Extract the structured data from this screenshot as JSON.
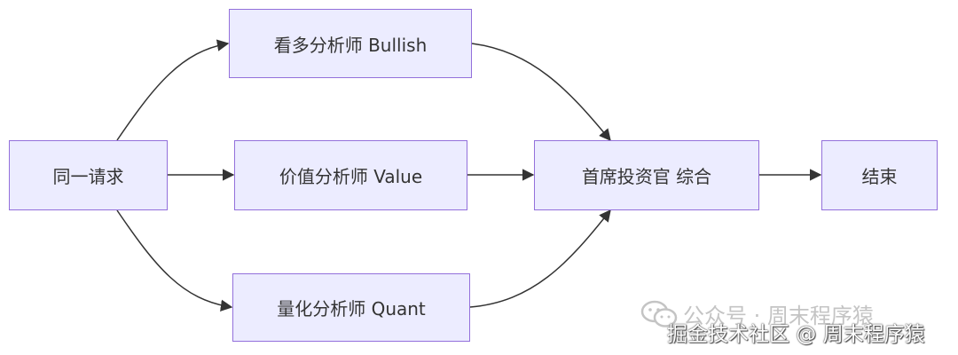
{
  "diagram": {
    "nodes": {
      "request": "同一请求",
      "bullish": "看多分析师 Bullish",
      "value": "价值分析师 Value",
      "quant": "量化分析师 Quant",
      "cio": "首席投资官 综合",
      "end": "结束"
    },
    "colors": {
      "node_fill": "#ECECFF",
      "node_border": "#9370DB",
      "edge": "#333333"
    }
  },
  "watermark": {
    "line1": "公众号 · 周末程序猿",
    "line2": "掘金技术社区 @ 周末程序猿",
    "icon": "wechat-icon"
  }
}
